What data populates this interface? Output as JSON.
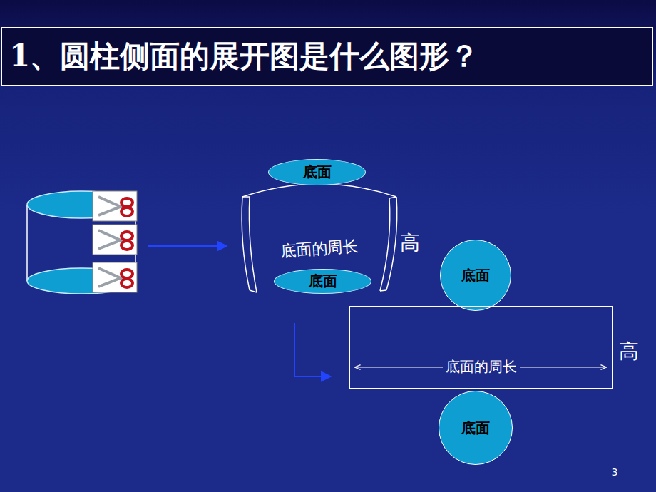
{
  "diagram": {
    "title": "1、圆柱侧面的展开图是什么图形？",
    "nodes": [
      {
        "text": [
          "底面"
        ]
      },
      {
        "text": [
          "底面"
        ]
      },
      {
        "text": [
          "底面"
        ]
      },
      {
        "text": [
          "底面的周长"
        ]
      },
      {
        "text": [
          "底面"
        ]
      }
    ],
    "labels": [
      "底面的周长",
      "高",
      "高",
      "3"
    ]
  }
}
